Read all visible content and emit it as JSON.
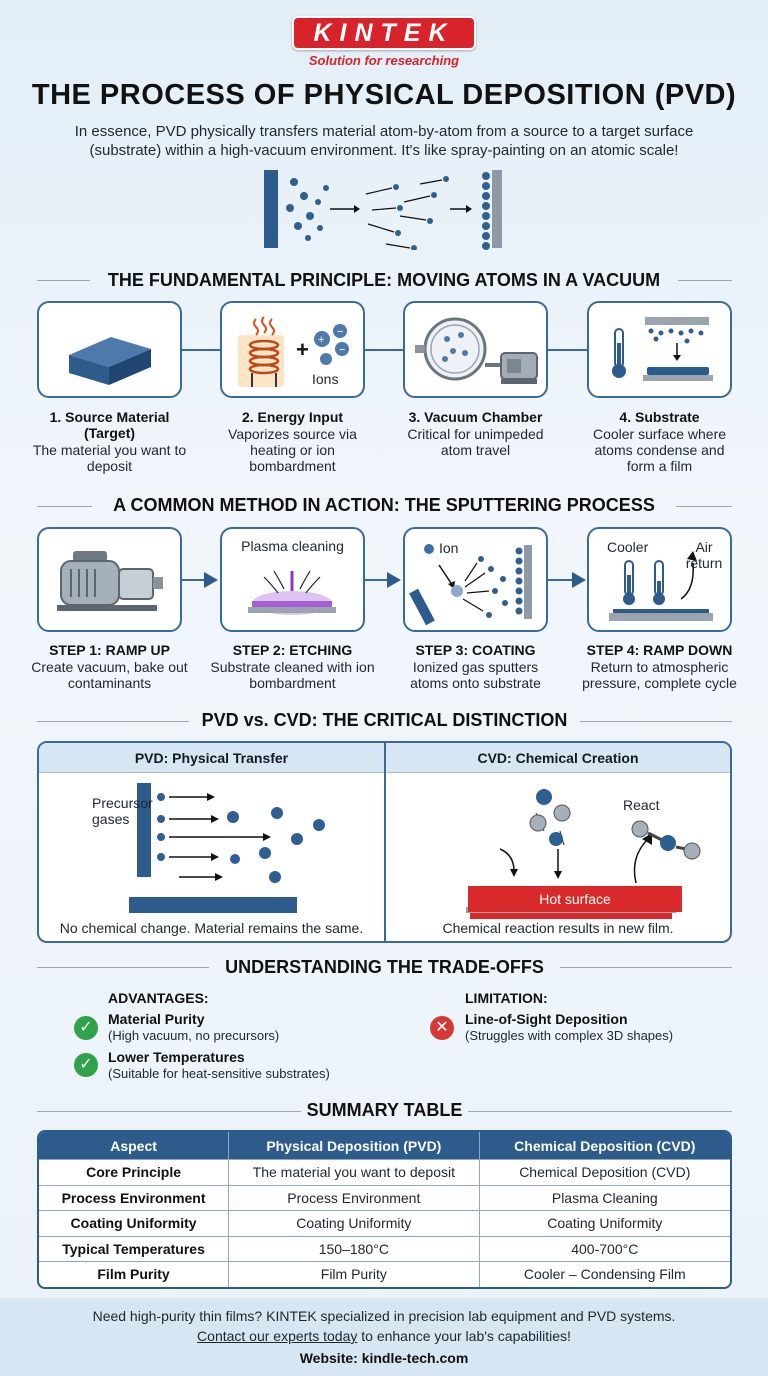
{
  "brand": {
    "name": "KINTEK",
    "tagline": "Solution for researching"
  },
  "title": "THE PROCESS OF PHYSICAL DEPOSITION (PVD)",
  "intro": "In essence, PVD physically transfers material atom-by-atom from a source to a target surface (substrate) within a high-vacuum environment. It's like spray-painting on an atomic scale!",
  "principle": {
    "heading": "THE FUNDAMENTAL PRINCIPLE: MOVING ATOMS IN A VACUUM",
    "ions_label": "Ions",
    "items": [
      {
        "title": "1. Source Material (Target)",
        "desc": "The material you want to deposit",
        "icon": "block-icon"
      },
      {
        "title": "2. Energy Input",
        "desc": "Vaporizes source via heating or ion bombardment",
        "icon": "heating-coil-icon"
      },
      {
        "title": "3. Vacuum Chamber",
        "desc": "Critical for unimpeded atom travel",
        "icon": "vacuum-chamber-icon"
      },
      {
        "title": "4. Substrate",
        "desc": "Cooler surface where atoms condense and form a film",
        "icon": "substrate-icon"
      }
    ]
  },
  "sputtering": {
    "heading": "A COMMON METHOD IN ACTION: THE SPUTTERING PROCESS",
    "plasma_label": "Plasma cleaning",
    "ion_label": "Ion",
    "cooler_label": "Cooler",
    "air_return_label": "Air return",
    "steps": [
      {
        "title": "STEP 1: RAMP UP",
        "desc": "Create vacuum, bake out contaminants",
        "icon": "vacuum-pump-icon"
      },
      {
        "title": "STEP 2: ETCHING",
        "desc": "Substrate cleaned with ion bombardment",
        "icon": "plasma-icon"
      },
      {
        "title": "STEP 3: COATING",
        "desc": "Ionized gas sputters atoms onto substrate",
        "icon": "sputter-icon"
      },
      {
        "title": "STEP 4: RAMP DOWN",
        "desc": "Return to atmospheric pressure, complete cycle",
        "icon": "thermometer-icon"
      }
    ]
  },
  "comparison": {
    "heading": "PVD vs. CVD: THE CRITICAL DISTINCTION",
    "pvd": {
      "title": "PVD: Physical Transfer",
      "caption": "No chemical change. Material remains the same."
    },
    "cvd": {
      "title": "CVD: Chemical Creation",
      "caption": "Chemical reaction results in new film.",
      "precursor_label": "Precursor gases",
      "react_label": "React",
      "hot_label": "Hot surface"
    }
  },
  "tradeoffs": {
    "heading": "UNDERSTANDING THE TRADE-OFFS",
    "advantages_label": "ADVANTAGES:",
    "limitation_label": "LIMITATION:",
    "advantages": [
      {
        "title": "Material Purity",
        "sub": "(High vacuum, no precursors)"
      },
      {
        "title": "Lower Temperatures",
        "sub": "(Suitable for heat-sensitive substrates)"
      }
    ],
    "limitations": [
      {
        "title": "Line-of-Sight Deposition",
        "sub": "(Struggles with complex 3D shapes)"
      }
    ]
  },
  "summary": {
    "heading": "SUMMARY TABLE",
    "columns": [
      "Aspect",
      "Physical Deposition (PVD)",
      "Chemical Deposition (CVD)"
    ],
    "rows": [
      [
        "Core Principle",
        "The material you want to deposit",
        "Chemical Deposition (CVD)"
      ],
      [
        "Process Environment",
        "Process Environment",
        "Plasma Cleaning"
      ],
      [
        "Coating Uniformity",
        "Coating Uniformity",
        "Coating Uniformity"
      ],
      [
        "Typical Temperatures",
        "150–180°C",
        "400-700°C"
      ],
      [
        "Film Purity",
        "Film Purity",
        "Cooler – Condensing Film"
      ]
    ]
  },
  "footer": {
    "line1": "Need high-purity thin films? KINTEK specialized in precision lab equipment and PVD systems.",
    "link": "Contact our experts today",
    "line2_rest": " to enhance your lab's capabilities!",
    "website": "Website: kindle-tech.com"
  },
  "colors": {
    "brand_red": "#d8232a",
    "primary_blue": "#2d5c8c",
    "atom_blue": "#2f5f92",
    "check_green": "#2fa24a",
    "cross_red": "#d33a36"
  }
}
